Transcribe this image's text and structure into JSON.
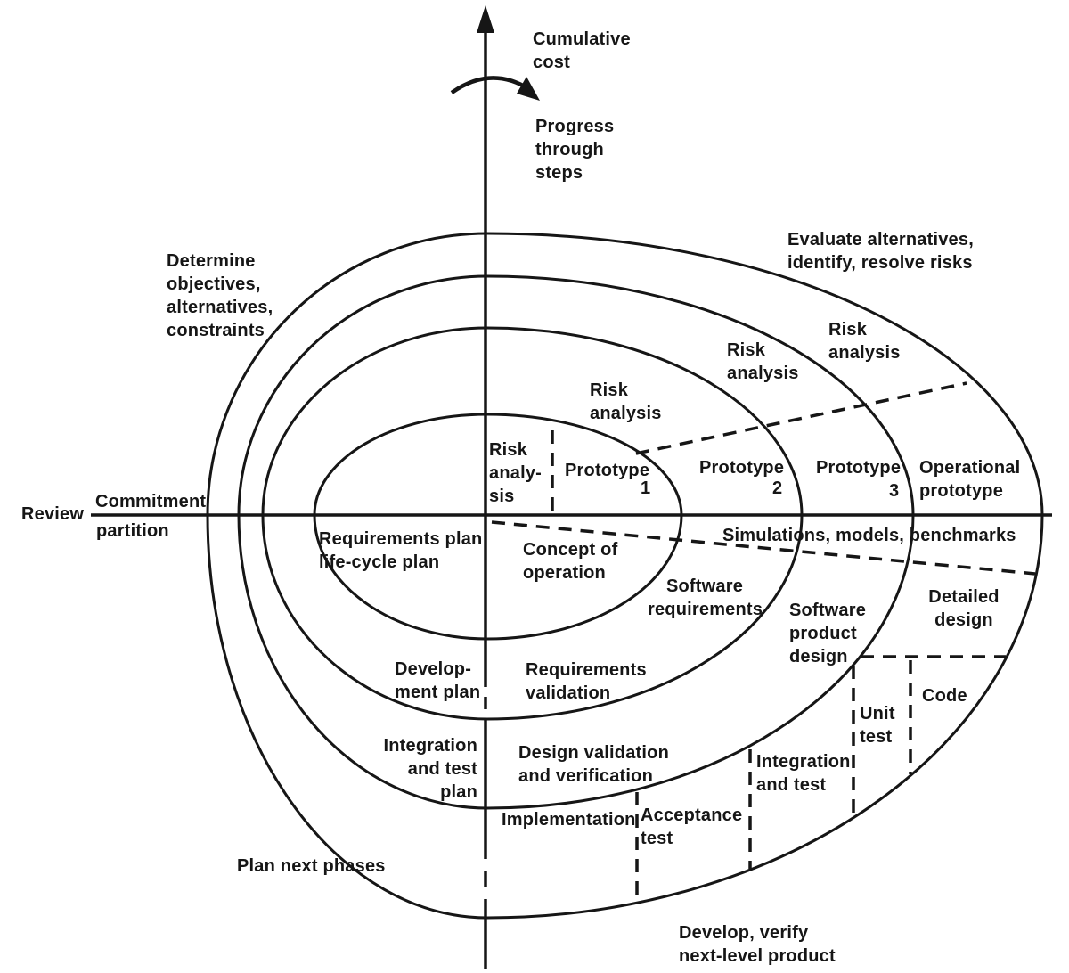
{
  "colors": {
    "ink": "#161616",
    "background": "#ffffff"
  },
  "labels": {
    "cumulative_cost": "Cumulative\ncost",
    "progress_through_steps": "Progress\nthrough\nsteps",
    "evaluate_alternatives": "Evaluate alternatives,\nidentify, resolve risks",
    "determine_objectives": "Determine\nobjectives,\nalternatives,\nconstraints",
    "risk_analysis_outer": "Risk\nanalysis",
    "risk_analysis_ring3": "Risk\nanalysis",
    "risk_analysis_ring2": "Risk\nanalysis",
    "risk_analysis_inner": "Risk\nanaly-\nsis",
    "prototype_1": "Prototype",
    "prototype_1_sub": "1",
    "prototype_2": "Prototype",
    "prototype_2_sub": "2",
    "prototype_3": "Prototype",
    "prototype_3_sub": "3",
    "operational_prototype": "Operational\nprototype",
    "review": "Review",
    "commitment": "Commitment",
    "partition": "partition",
    "simulations": "Simulations, models, benchmarks",
    "requirements_plan": "Requirements plan\nlife-cycle plan",
    "concept_of_operation": "Concept of\noperation",
    "software_requirements": "Software\nrequirements",
    "software_product_design": "Software\nproduct\ndesign",
    "detailed_design": "Detailed\ndesign",
    "development_plan": "Develop-\nment plan",
    "requirements_validation": "Requirements\nvalidation",
    "unit_test": "Unit\ntest",
    "code": "Code",
    "integration_test_plan": "Integration\nand test\nplan",
    "design_validation": "Design validation\nand verification",
    "integration_and_test": "Integration\nand test",
    "implementation": "Implementation",
    "acceptance_test": "Acceptance\ntest",
    "plan_next_phases": "Plan next phases",
    "develop_verify": "Develop, verify\nnext-level product"
  }
}
